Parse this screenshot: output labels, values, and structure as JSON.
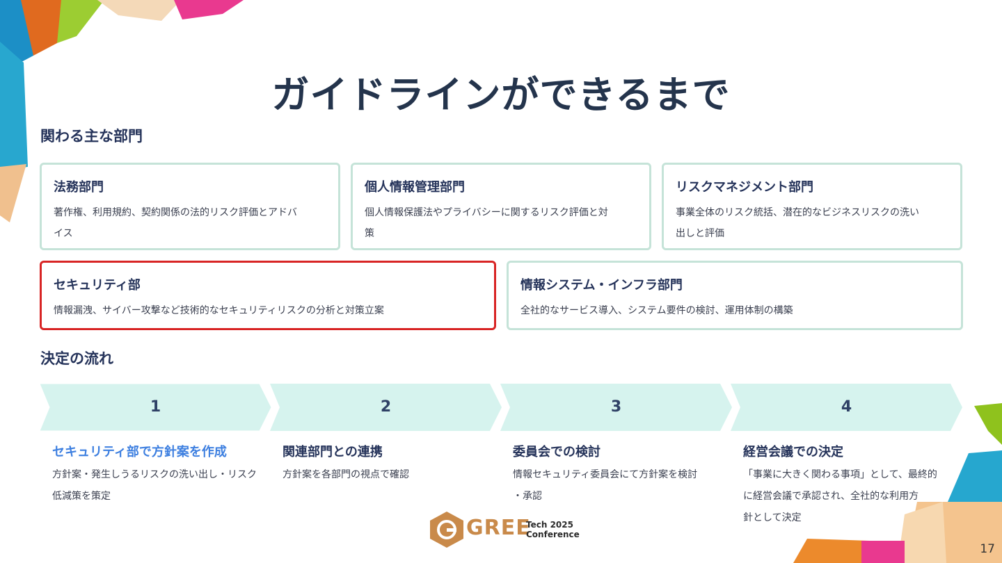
{
  "title": "ガイドラインができるまで",
  "departments_heading": "関わる主な部門",
  "departments": [
    {
      "title": "法務部門",
      "description": "著作権、利用規約、契約関係の法的リスク評価とアドバ\nイス"
    },
    {
      "title": "個人情報管理部門",
      "description": "個人情報保護法やプライバシーに関するリスク評価と対\n策"
    },
    {
      "title": "リスクマネジメント部門",
      "description": "事業全体のリスク統括、潜在的なビジネスリスクの洗い\n出しと評価"
    },
    {
      "title": "セキュリティ部",
      "description": "情報漏洩、サイバー攻撃など技術的なセキュリティリスクの分析と対策立案"
    },
    {
      "title": "情報システム・インフラ部門",
      "description": "全社的なサービス導入、システム要件の検討、運用体制の構築"
    }
  ],
  "flow_heading": "決定の流れ",
  "steps": [
    {
      "number": "1",
      "title": "セキュリティ部で方針案を作成",
      "description": "方針案・発生しうるリスクの洗い出し・リスク\n低減策を策定"
    },
    {
      "number": "2",
      "title": "関連部門との連携",
      "description": "方針案を各部門の視点で確認"
    },
    {
      "number": "3",
      "title": "委員会での検討",
      "description": "情報セキュリティ委員会にて方針案を検討\n・承認"
    },
    {
      "number": "4",
      "title": "経営会議での決定",
      "description": "「事業に大きく関わる事項」として、最終的\nに経営会議で承認され、全社的な利用方\n針として決定"
    }
  ],
  "logo": {
    "word": "GREE",
    "line1": "Tech 2025",
    "line2": "Conference"
  },
  "page_number": "17",
  "colors": {
    "accent": "#3d7fe0",
    "highlight_border": "#d82424",
    "card_border": "#c5e3d8",
    "step_fill": "#d6f3ee",
    "text": "#25335a"
  }
}
